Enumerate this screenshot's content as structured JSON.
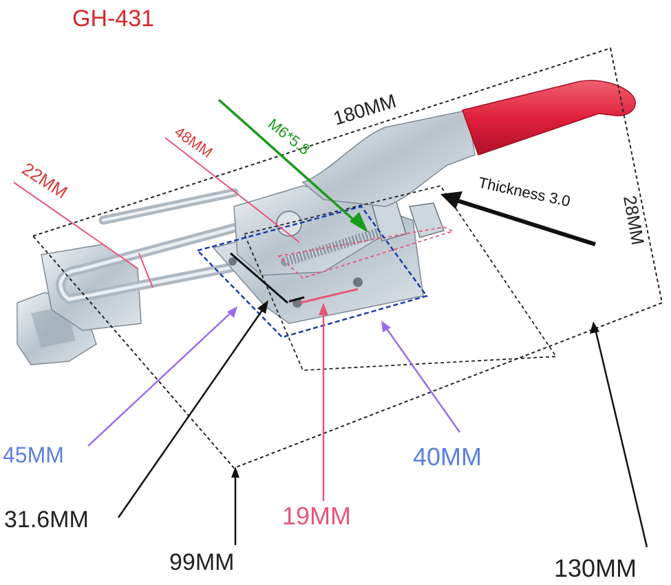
{
  "title": {
    "text": "GH-431",
    "color": "#d8262c"
  },
  "colors": {
    "dark": "#222222",
    "green": "#1a9a1a",
    "pink": "#e8567a",
    "red_label": "#d83a3a",
    "blue_label": "#5b7fdc",
    "violet": "#9b6cf0",
    "blue_dash": "#1a3ca8",
    "handle_red": "#e0203c",
    "metal": "#c9d2da"
  },
  "labels": {
    "length_overall": "180MM",
    "bolt": "M6*5.8",
    "u_bolt_width": "22MM",
    "rod_length": "48MM",
    "thickness": "Thickness 3.0",
    "height": "28MM",
    "base_width": "45MM",
    "base_length": "40MM",
    "hole_spacing_a": "31.6MM",
    "hole_spacing_b": "19MM",
    "width_99": "99MM",
    "width_130": "130MM"
  }
}
